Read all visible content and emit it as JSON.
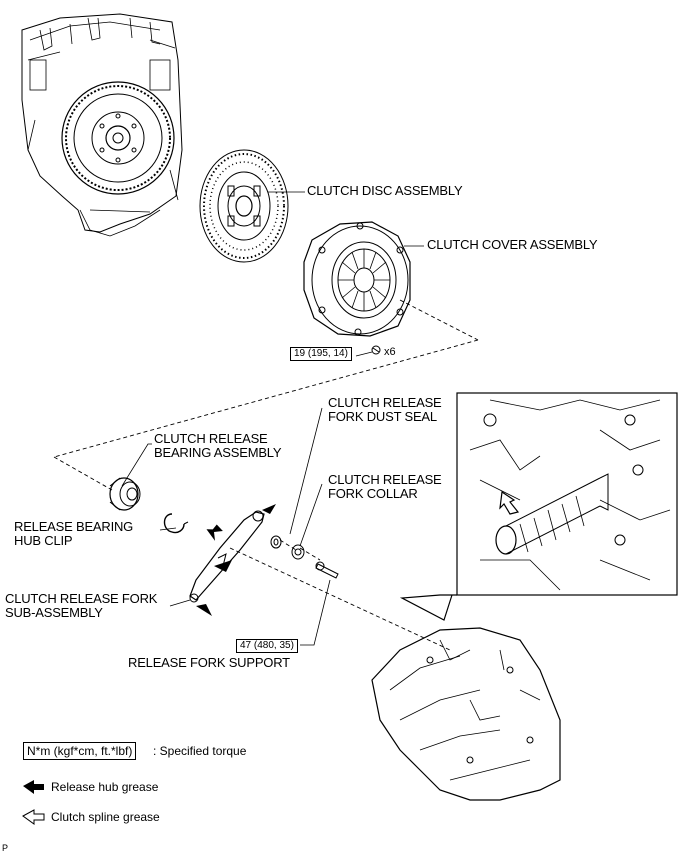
{
  "labels": {
    "clutch_disc_assembly": "CLUTCH DISC ASSEMBLY",
    "clutch_cover_assembly": "CLUTCH COVER ASSEMBLY",
    "clutch_release_bearing_assembly": [
      "CLUTCH RELEASE",
      "BEARING ASSEMBLY"
    ],
    "clutch_release_fork_dust_seal": [
      "CLUTCH RELEASE",
      "FORK DUST SEAL"
    ],
    "clutch_release_fork_collar": [
      "CLUTCH RELEASE",
      "FORK COLLAR"
    ],
    "release_bearing_hub_clip": [
      "RELEASE BEARING",
      "HUB CLIP"
    ],
    "clutch_release_fork_sub_assembly": [
      "CLUTCH RELEASE FORK",
      "SUB-ASSEMBLY"
    ],
    "release_fork_support": "RELEASE FORK SUPPORT"
  },
  "torques": {
    "cover_bolts": "19 (195, 14)",
    "cover_bolts_qty": "x6",
    "fork_support": "47 (480, 35)"
  },
  "legend": {
    "torque_unit": "N*m (kgf*cm, ft.*lbf)",
    "torque_desc": ": Specified torque",
    "release_hub_grease": "Release hub grease",
    "clutch_spline_grease": "Clutch spline grease"
  },
  "footer": "P",
  "colors": {
    "line": "#000000",
    "background": "#ffffff"
  }
}
